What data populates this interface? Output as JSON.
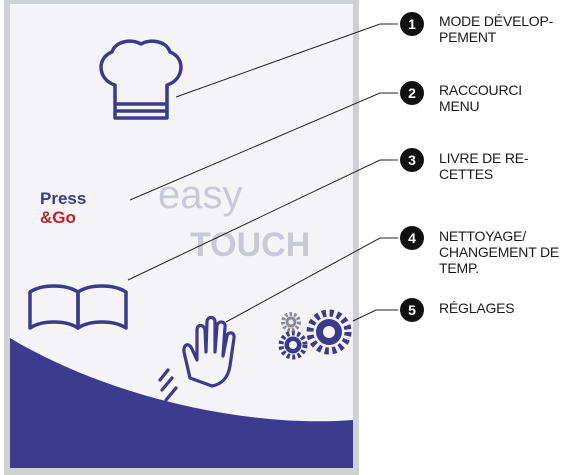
{
  "screen": {
    "press_go": {
      "line1": "Press",
      "line2": "&Go"
    },
    "easy_touch": {
      "line1": "easy",
      "line2": "TOUCH"
    }
  },
  "callouts": [
    {
      "number": "1",
      "label": "MODE DÉVELOP-\nPEMENT"
    },
    {
      "number": "2",
      "label": "RACCOURCI\nMENU"
    },
    {
      "number": "3",
      "label": "LIVRE DE RE-\nCETTES"
    },
    {
      "number": "4",
      "label": "NETTOYAGE/\nCHANGEMENT DE\nTEMP."
    },
    {
      "number": "5",
      "label": "RÉGLAGES"
    }
  ],
  "colors": {
    "icon_blue": "#3b3a8c",
    "press_red": "#c0202a",
    "easy_grey": "#c9c9d6",
    "panel_blue": "#3c3b8f"
  }
}
